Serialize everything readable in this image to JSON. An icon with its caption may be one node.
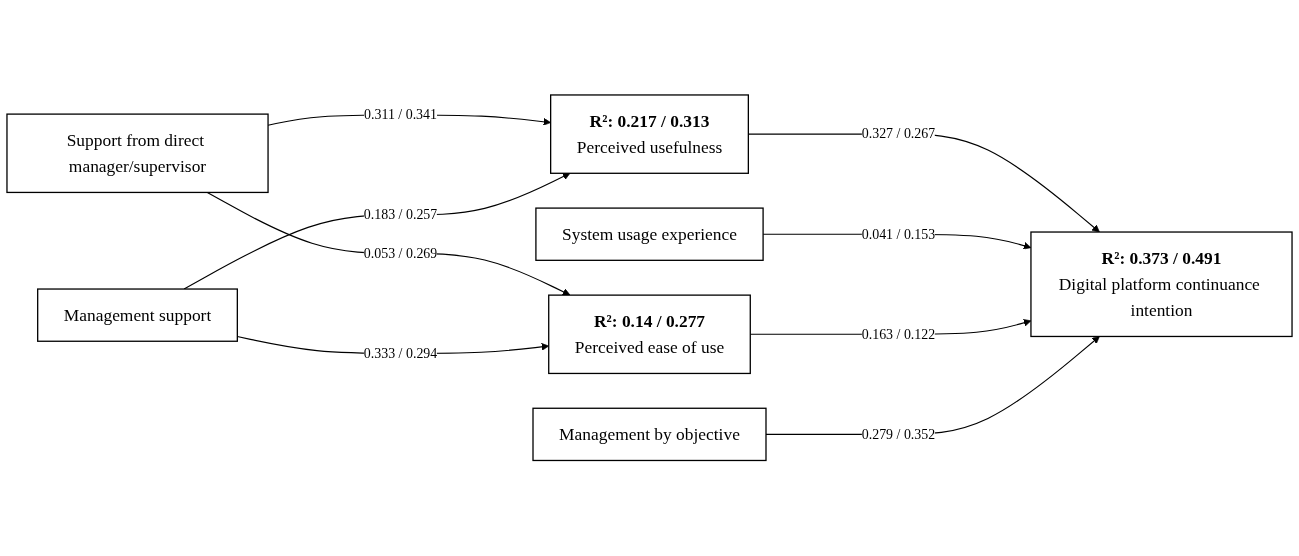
{
  "diagram": {
    "nodes": [
      {
        "text": [
          "Support from direct manager/supervisor"
        ]
      },
      {
        "text": [
          "R²: 0.217 / 0.313",
          "Perceived usefulness"
        ]
      },
      {
        "text": [
          "System usage experience"
        ]
      },
      {
        "text": [
          "R²: 0.373 / 0.491",
          "Digital platform continuance intention"
        ]
      },
      {
        "text": [
          "Management support"
        ]
      },
      {
        "text": [
          "R²: 0.14 / 0.277",
          "Perceived ease of use"
        ]
      },
      {
        "text": [
          "Management by objective"
        ]
      }
    ],
    "edges": [
      {
        "from": 0,
        "to": 1,
        "arrow": "to",
        "label": "0.311 / 0.341"
      },
      {
        "from": 0,
        "to": 5,
        "arrow": "to",
        "label": "0.053 / 0.269"
      },
      {
        "from": 4,
        "to": 1,
        "arrow": "to",
        "label": "0.183 / 0.257"
      },
      {
        "from": 4,
        "to": 5,
        "arrow": "to",
        "label": "0.333 / 0.294"
      },
      {
        "from": 1,
        "to": 3,
        "arrow": "to",
        "label": "0.327 / 0.267"
      },
      {
        "from": 2,
        "to": 3,
        "arrow": "to",
        "label": "0.041 / 0.153"
      },
      {
        "from": 5,
        "to": 3,
        "arrow": "to",
        "label": "0.163 / 0.122"
      },
      {
        "from": 6,
        "to": 3,
        "arrow": "to",
        "label": "0.279 / 0.352"
      }
    ]
  }
}
